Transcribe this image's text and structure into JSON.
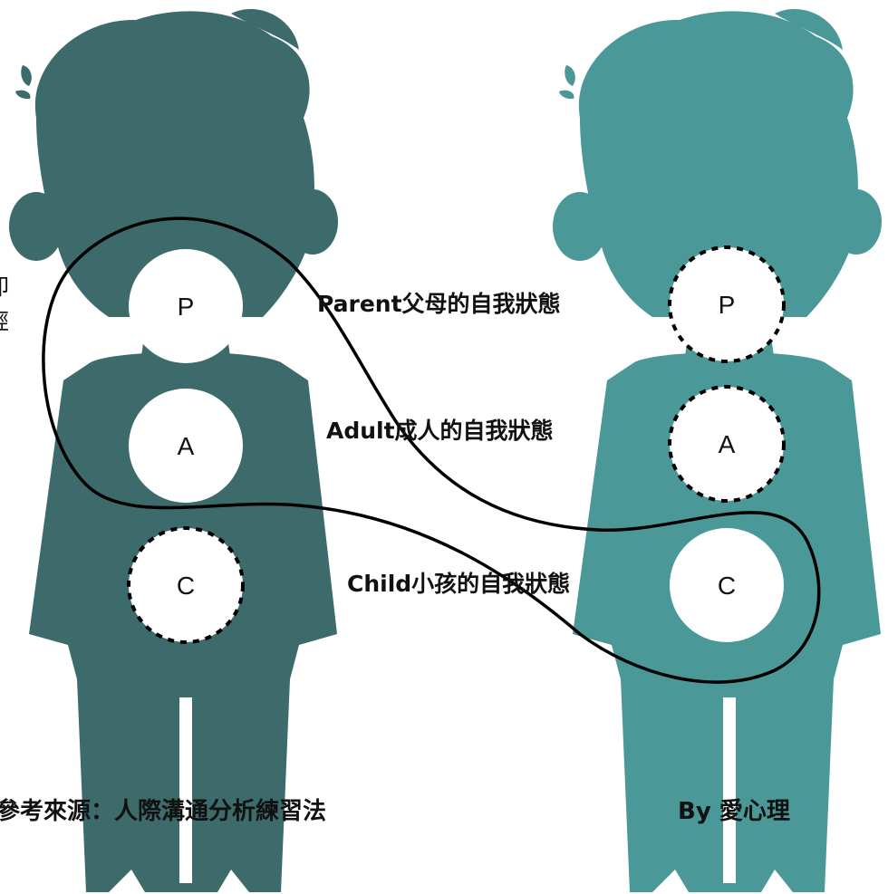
{
  "colors": {
    "left_figure": "#3d6b6b",
    "right_figure": "#4a9898",
    "background": "#ffffff",
    "line": "#000000"
  },
  "figures": {
    "left": {
      "circles": {
        "p": "P",
        "a": "A",
        "c": "C"
      },
      "dashed": [
        "C"
      ]
    },
    "right": {
      "circles": {
        "p": "P",
        "a": "A",
        "c": "C"
      },
      "dashed": [
        "P",
        "A"
      ]
    }
  },
  "labels": {
    "parent": "Parent父母的自我狀態",
    "adult": "Adult成人的自我狀態",
    "child": "Child小孩的自我狀態"
  },
  "footer": {
    "source": "參考來源：人際溝通分析練習法",
    "credit": "By 愛心理"
  },
  "edge_fragment": {
    "line1": "卽",
    "line2": "經"
  }
}
